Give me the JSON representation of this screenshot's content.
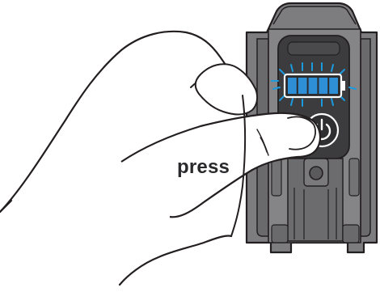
{
  "instruction": {
    "label": "press"
  },
  "device": {
    "battery_level": 1.0,
    "battery_segments_lit": 5,
    "battery_segments_total": 5,
    "battery_indicator": "blinking",
    "power_button_icon": "power-icon"
  },
  "colors": {
    "device_body": "#7d7d80",
    "device_body_dark": "#58585b",
    "panel": "#3c3c3e",
    "battery_lit": "#2f8fd6",
    "battery_glow": "#1a9be0",
    "outline": "#231f20",
    "label": "#2a2a2c"
  }
}
